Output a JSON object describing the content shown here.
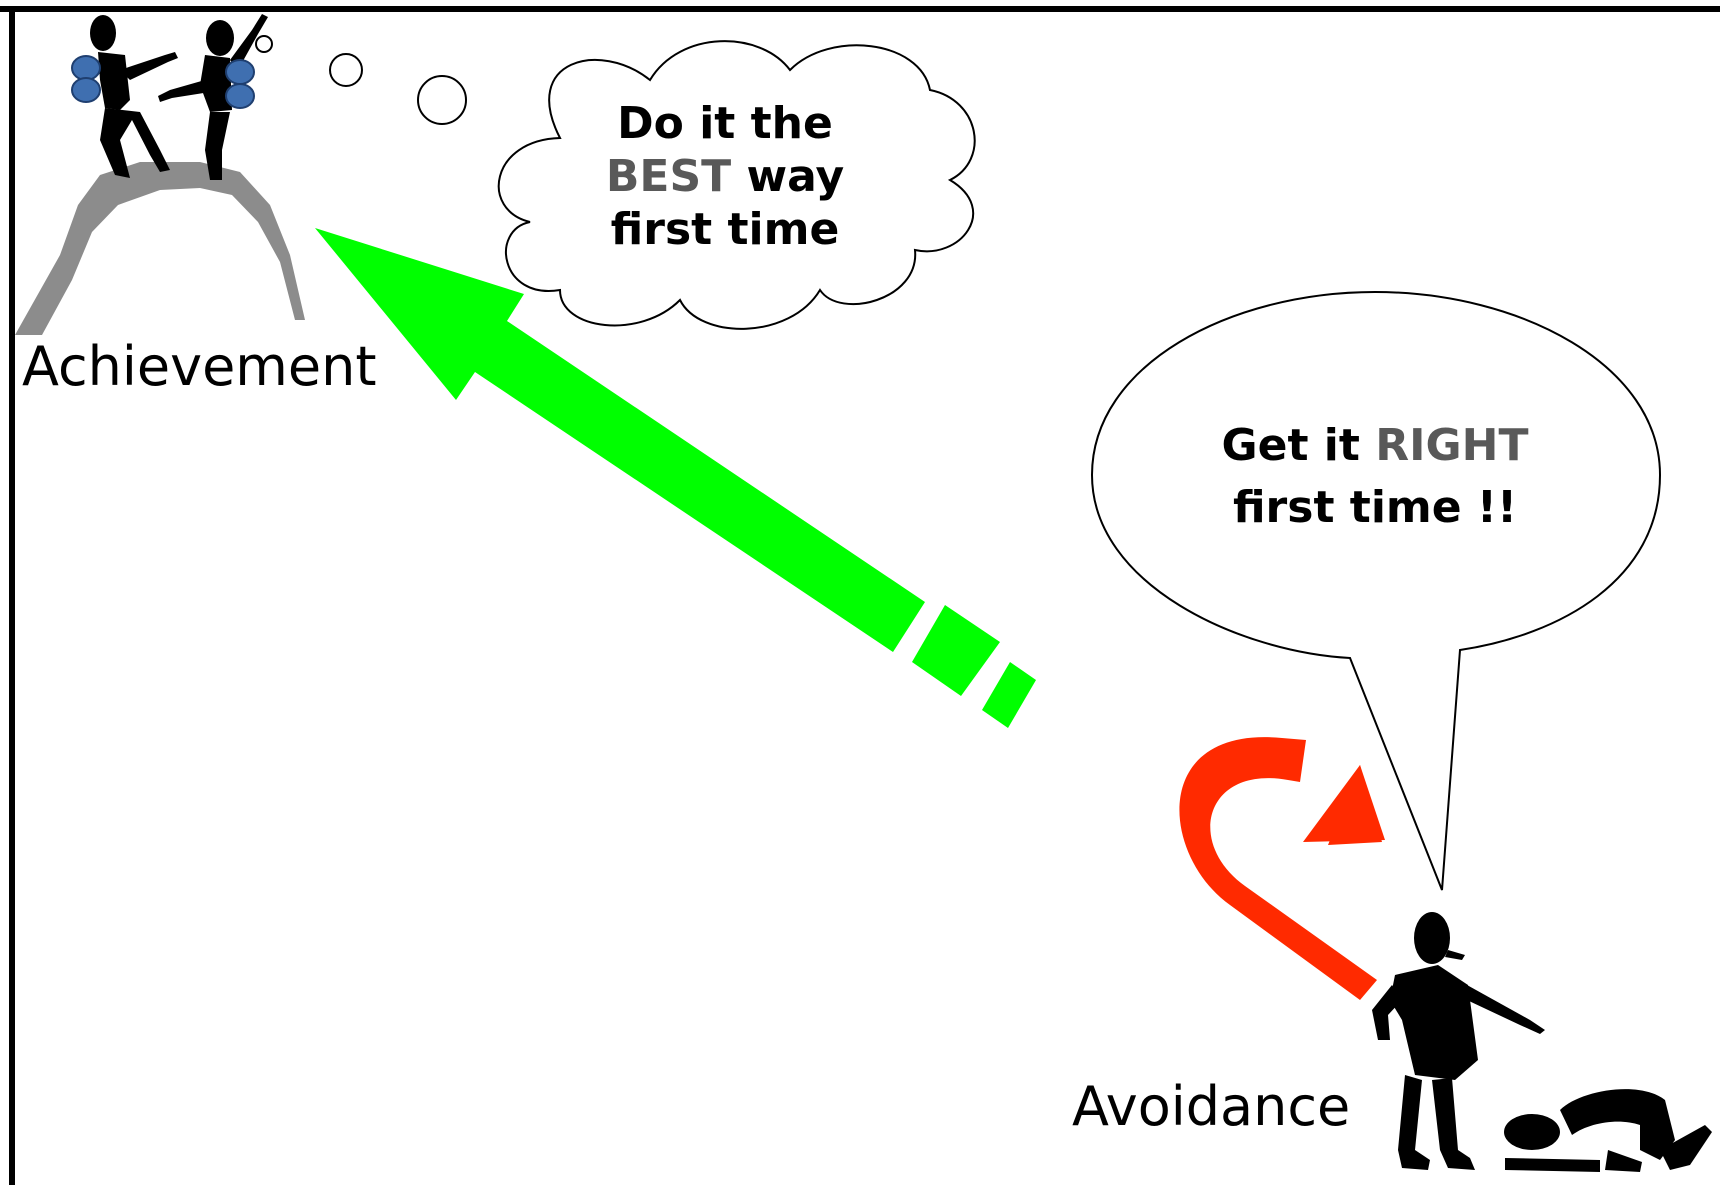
{
  "labels": {
    "achievement": "Achievement",
    "avoidance": "Avoidance"
  },
  "thought_bubble": {
    "line1": "Do it the",
    "line2_highlight": "BEST",
    "line2_rest": "way",
    "line3": "first time"
  },
  "speech_bubble": {
    "line1_pre": "Get it",
    "line1_highlight": "RIGHT",
    "line2": "first time !!"
  },
  "colors": {
    "green_arrow": "#00ff00",
    "red_arrow": "#ff2a00",
    "highlight_text": "#595959",
    "mountain": "#8c8c8c",
    "backpack": "#3f6fb0"
  }
}
